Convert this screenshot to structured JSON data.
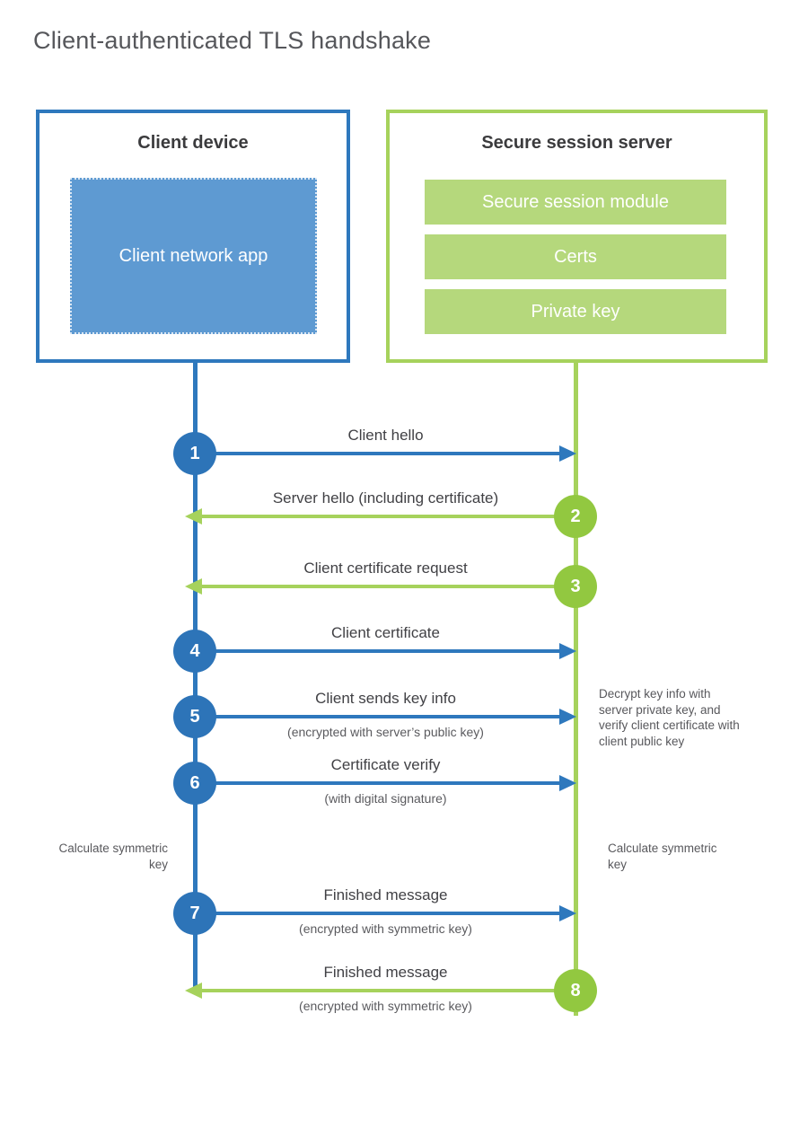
{
  "title": "Client-authenticated TLS handshake",
  "client": {
    "title": "Client device",
    "app": "Client network app"
  },
  "server": {
    "title": "Secure session server",
    "modules": [
      "Secure session module",
      "Certs",
      "Private key"
    ]
  },
  "steps": [
    {
      "number": "1",
      "label": "Client hello",
      "sublabel": "",
      "direction": "right",
      "actor": "client"
    },
    {
      "number": "2",
      "label": "Server hello (including certificate)",
      "sublabel": "",
      "direction": "left",
      "actor": "server"
    },
    {
      "number": "3",
      "label": "Client certificate request",
      "sublabel": "",
      "direction": "left",
      "actor": "server"
    },
    {
      "number": "4",
      "label": "Client certificate",
      "sublabel": "",
      "direction": "right",
      "actor": "client"
    },
    {
      "number": "5",
      "label": "Client sends key info",
      "sublabel": "(encrypted with server’s public key)",
      "direction": "right",
      "actor": "client"
    },
    {
      "number": "6",
      "label": "Certificate verify",
      "sublabel": "(with digital signature)",
      "direction": "right",
      "actor": "client"
    },
    {
      "number": "7",
      "label": "Finished message",
      "sublabel": "(encrypted with symmetric key)",
      "direction": "right",
      "actor": "client"
    },
    {
      "number": "8",
      "label": "Finished message",
      "sublabel": "(encrypted with symmetric key)",
      "direction": "left",
      "actor": "server"
    }
  ],
  "notes": {
    "client_calculate": "Calculate symmetric key",
    "server_decrypt": "Decrypt key info with server private key, and verify client certificate with client public key",
    "server_calculate": "Calculate symmetric key"
  },
  "colors": {
    "blue": "#2e78bd",
    "blue_fill": "#5e9ad2",
    "green": "#a6d25c",
    "green_circle": "#92c840",
    "green_fill": "#b5d87c"
  }
}
